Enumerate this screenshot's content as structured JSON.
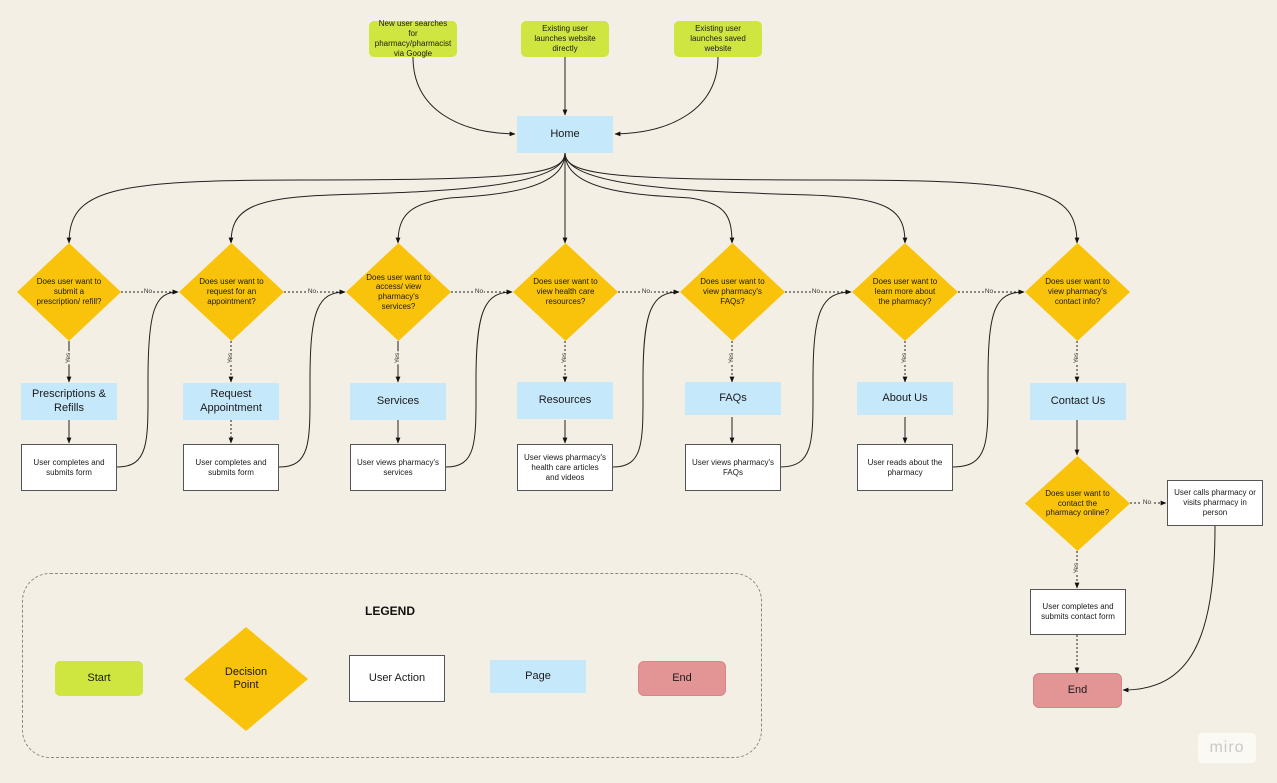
{
  "starts": {
    "s1": "New user searches for pharmacy/pharmacist via Google",
    "s2": "Existing user launches website directly",
    "s3": "Existing user launches saved website"
  },
  "home": "Home",
  "decisions": {
    "d1": "Does user want to submit a prescription/ refill?",
    "d2": "Does user want to request for an appointment?",
    "d3": "Does user want to access/ view pharmacy's services?",
    "d4": "Does user want to view health care resources?",
    "d5": "Does user want to view pharmacy's FAQs?",
    "d6": "Does user want to learn more about the pharmacy?",
    "d7": "Does user want to view pharmacy's contact info?",
    "d8": "Does user want to contact the pharmacy online?"
  },
  "pages": {
    "p1": "Prescriptions & Refills",
    "p2": "Request Appointment",
    "p3": "Services",
    "p4": "Resources",
    "p5": "FAQs",
    "p6": "About Us",
    "p7": "Contact Us"
  },
  "actions": {
    "a1": "User completes and submits form",
    "a2": "User completes and submits form",
    "a3": "User views pharmacy's services",
    "a4": "User views pharmacy's health care articles and videos",
    "a5": "User views pharmacy's FAQs",
    "a6": "User reads about the pharmacy",
    "a7": "User calls pharmacy or visits pharmacy in person",
    "a8": "User completes and submits contact form"
  },
  "end": "End",
  "edge_labels": {
    "yes": "Yes",
    "no": "No"
  },
  "legend": {
    "title": "LEGEND",
    "start": "Start",
    "decision": "Decision Point",
    "action": "User Action",
    "page": "Page",
    "end": "End"
  },
  "watermark": "miro",
  "colors": {
    "background": "#f4efe4",
    "start": "#cfe640",
    "decision": "#f9c30c",
    "page": "#c6e8fb",
    "action": "#ffffff",
    "end": "#e39596"
  }
}
